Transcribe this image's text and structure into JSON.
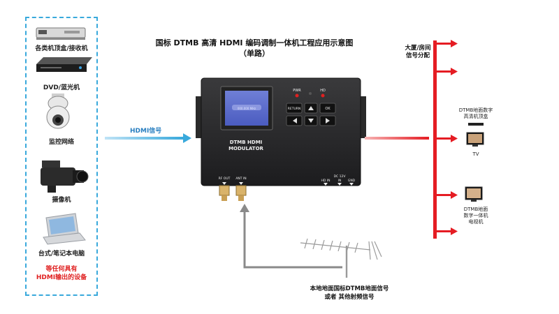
{
  "title": {
    "line1": "国标 DTMB 高清 HDMI 编码调制一体机工程应用示意图",
    "line2": "（单路）"
  },
  "sources": {
    "items": [
      {
        "label": "各类机顶盒/接收机",
        "icon": "set-top-box-icon"
      },
      {
        "label": "DVD/蓝光机",
        "icon": "dvd-player-icon"
      },
      {
        "label": "监控网络",
        "icon": "surveillance-camera-icon"
      },
      {
        "label": "摄像机",
        "icon": "video-camera-icon"
      },
      {
        "label": "台式/笔记本电脑",
        "icon": "laptop-icon"
      }
    ],
    "note_line1": "等任何具有",
    "note_line2": "HDMI输出的设备"
  },
  "hdmi_signal_label": "HDMI信号",
  "device": {
    "brand_line1": "DTMB HDMI",
    "brand_line2": "MODULATOR",
    "pwr": "PWR",
    "hd": "HD",
    "return_btn": "RETURN",
    "ok_btn": "OK",
    "rf_out": "RF OUT",
    "ant_in": "ANT IN",
    "hd_in": "HD IN",
    "dc_line1": "DC 12V",
    "dc_line2": "IN",
    "gnd": "GND",
    "screen_text": "000.000 MHz"
  },
  "distribution": {
    "line1": "大厦/房间",
    "line2": "信号分配"
  },
  "outputs": {
    "tv": {
      "line1": "DTMB地面数字",
      "line2": "高清机顶盒",
      "line3": "TV"
    },
    "integrated_tv": {
      "line1": "DTMB地面",
      "line2": "数字一体机",
      "line3": "电视机"
    }
  },
  "antenna": {
    "line1": "本地地面国标DTMB地面信号",
    "line2": "或者 其他射频信号"
  },
  "colors": {
    "accent_blue": "#39a9dc",
    "red": "#e51c23",
    "gray_arrow": "#8a8a8a"
  }
}
